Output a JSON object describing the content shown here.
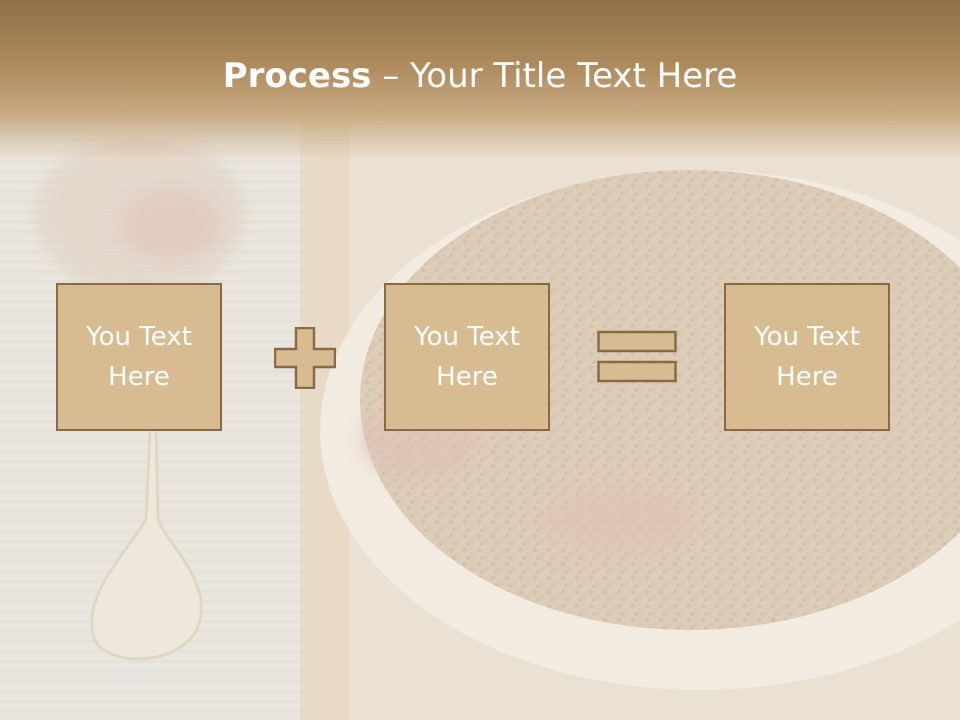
{
  "slide": {
    "title_bold": "Process",
    "title_rest": " – Your Title Text Here"
  },
  "steps": [
    {
      "text": "You Text\nHere"
    },
    {
      "text": "You Text\nHere"
    },
    {
      "text": "You Text\nHere"
    }
  ],
  "operators": {
    "plus_icon": "plus-icon",
    "equals_icon": "equals-icon"
  },
  "colors": {
    "header": "#a8875a",
    "box_fill": "#d7bc91",
    "box_border": "#8a6a45",
    "title_text": "#ffffff"
  }
}
